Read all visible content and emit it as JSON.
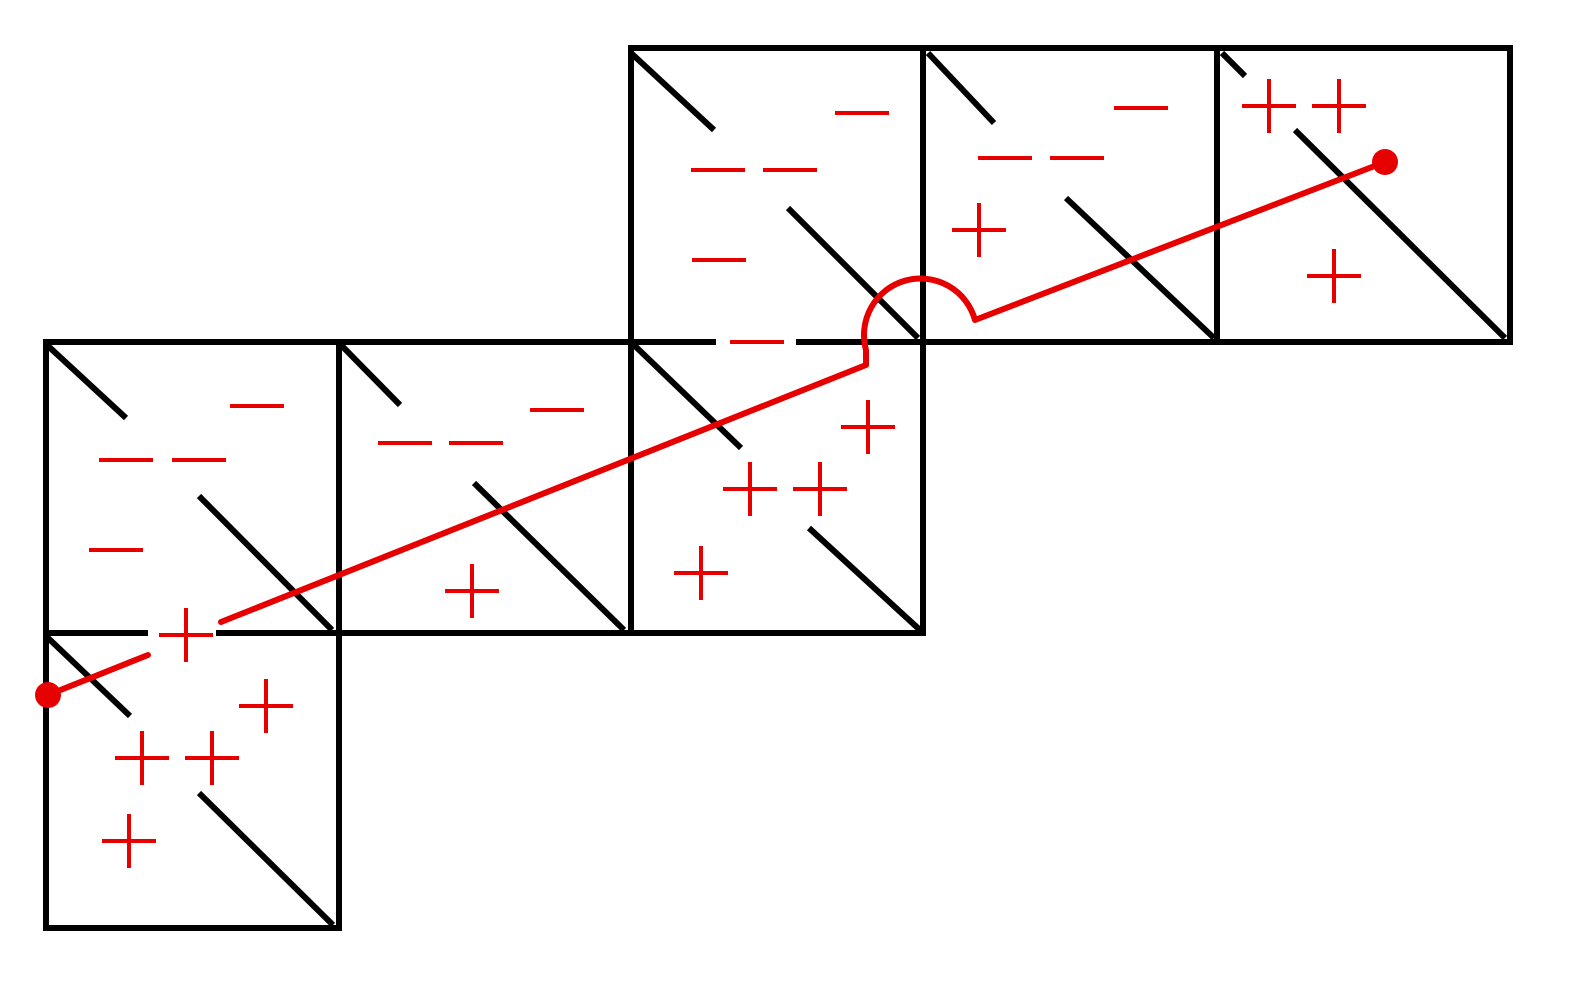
{
  "colors": {
    "grid": "#000000",
    "marks": "#e60000",
    "background": "#ffffff"
  },
  "squares": [
    {
      "id": "top-1",
      "row": 0,
      "col": 2,
      "marks": [
        "minus",
        "minus",
        "minus",
        "minus",
        "minus"
      ]
    },
    {
      "id": "top-2",
      "row": 0,
      "col": 3,
      "marks": [
        "minus",
        "minus",
        "minus",
        "plus"
      ]
    },
    {
      "id": "top-3",
      "row": 0,
      "col": 4,
      "marks": [
        "plus",
        "plus",
        "plus"
      ]
    },
    {
      "id": "mid-1",
      "row": 1,
      "col": 0,
      "marks": [
        "minus",
        "minus",
        "minus",
        "minus"
      ]
    },
    {
      "id": "mid-2",
      "row": 1,
      "col": 1,
      "marks": [
        "minus",
        "minus",
        "minus",
        "plus"
      ]
    },
    {
      "id": "mid-3",
      "row": 1,
      "col": 2,
      "marks": [
        "plus",
        "plus",
        "plus",
        "plus"
      ]
    },
    {
      "id": "bottom-1",
      "row": 2,
      "col": 0,
      "marks": [
        "plus",
        "plus",
        "plus",
        "plus",
        "plus"
      ]
    }
  ],
  "path": {
    "endpoints": 2,
    "has_detour_arc": true
  }
}
